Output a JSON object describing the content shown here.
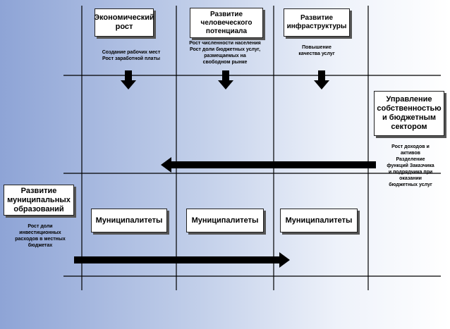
{
  "top_boxes": [
    {
      "label": "Экономический рост"
    },
    {
      "label": "Развитие человеческого потенциала"
    },
    {
      "label": "Развитие инфраструктуры"
    }
  ],
  "top_notes": [
    {
      "lines": [
        "Создание рабочих мест",
        "Рост заработной платы"
      ]
    },
    {
      "lines": [
        "Рост численности населения",
        "Рост доли бюджетных услуг,",
        "размещаемых на",
        "свободном рынке"
      ]
    },
    {
      "lines": [
        "Повышение",
        "качества услуг"
      ]
    }
  ],
  "right_box": {
    "label": "Управление собственностью и бюджетным сектором"
  },
  "right_notes": {
    "lines": [
      "Рост доходов и",
      "активов",
      "Разделение",
      "функций Заказчика",
      "и подрядчика при",
      "оказании",
      "бюджетных услуг"
    ]
  },
  "left_box": {
    "label": "Развитие муниципальных образований"
  },
  "left_notes": {
    "lines": [
      "Рост доли",
      "инвестиционных",
      "расходов в местных",
      "бюджетах"
    ]
  },
  "municipal_boxes": [
    {
      "label": "Муниципалитеты"
    },
    {
      "label": "Муниципалитеты"
    },
    {
      "label": "Муниципалитеты"
    }
  ]
}
